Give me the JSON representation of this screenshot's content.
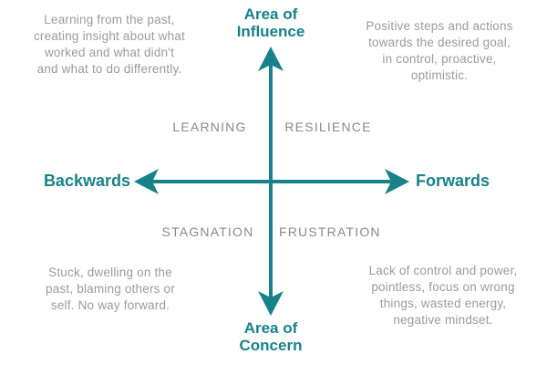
{
  "diagram": {
    "title_top": "Area of Influence",
    "title_bottom": "Area of Concern",
    "axis_left": "Backwards",
    "axis_right": "Forwards",
    "quadrants": {
      "top_left": {
        "label": "LEARNING",
        "description": "Learning from the past, creating insight about what worked and what didn't and what to do differently."
      },
      "top_right": {
        "label": "RESILIENCE",
        "description": "Positive steps and actions towards the desired goal, in control, proactive, optimistic."
      },
      "bottom_left": {
        "label": "STAGNATION",
        "description": "Stuck, dwelling on the past, blaming others or self.  No way forward."
      },
      "bottom_right": {
        "label": "FRUSTRATION",
        "description": "Lack of control and power, pointless, focus on wrong things, wasted energy, negative mindset."
      }
    },
    "colors": {
      "accent": "#17828a",
      "description_text": "#9b9b9b",
      "quadrant_label": "#8a8a8a"
    }
  }
}
